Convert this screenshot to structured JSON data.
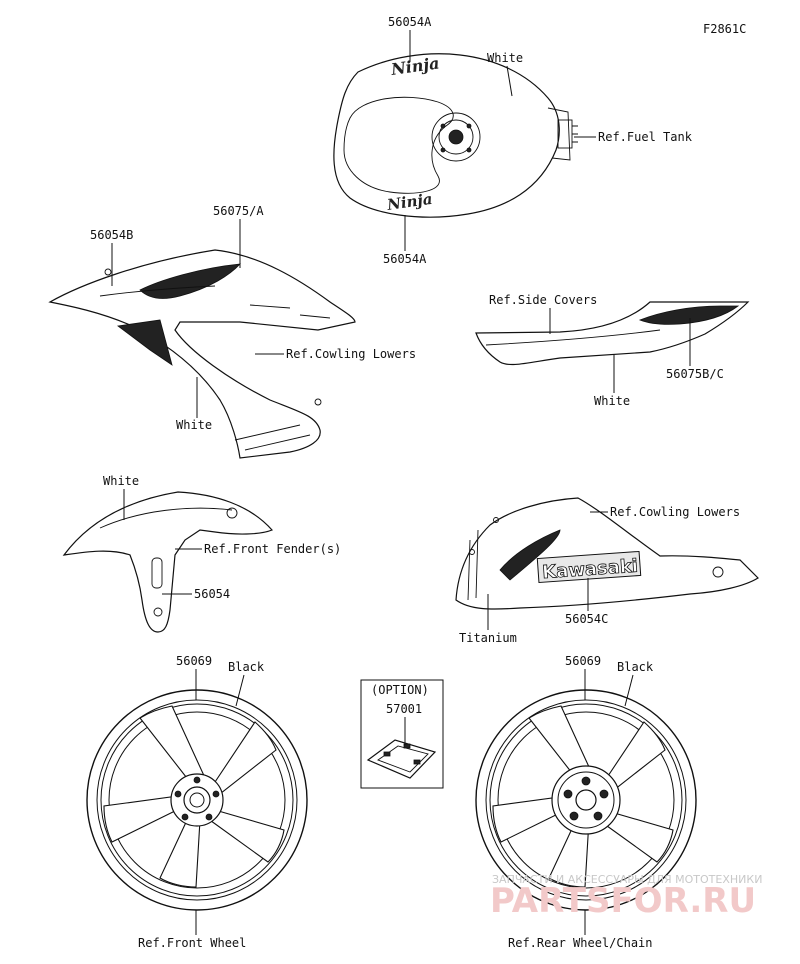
{
  "figure_code": "F2861C",
  "labels": {
    "tank_top": "56054A",
    "tank_bottom": "56054A",
    "tank_color": "White",
    "fuel_tank_ref": "Ref.Fuel Tank",
    "cowl_left_code_b": "56054B",
    "cowl_left_code_a": "56075/A",
    "cowl_left_ref": "Ref.Cowling Lowers",
    "cowl_left_color": "White",
    "side_cover_ref": "Ref.Side Covers",
    "side_cover_code": "56075B/C",
    "side_cover_color": "White",
    "fender_color": "White",
    "fender_ref": "Ref.Front Fender(s)",
    "fender_code": "56054",
    "cowl_right_ref": "Ref.Cowling Lowers",
    "cowl_right_code": "56054C",
    "cowl_right_color": "Titanium",
    "kawasaki_text": "Kawasaki",
    "ninja_text": "Ninja",
    "front_wheel_code": "56069",
    "front_wheel_color": "Black",
    "front_wheel_ref": "Ref.Front Wheel",
    "option_title": "(OPTION)",
    "option_code": "57001",
    "rear_wheel_code": "56069",
    "rear_wheel_color": "Black",
    "rear_wheel_ref": "Ref.Rear Wheel/Chain"
  },
  "watermark": {
    "line1": "ЗАПЧАСТИ И АКСЕССУАРЫ ДЛЯ МОТОТЕХНИКИ",
    "line2": "PARTSFOR.RU"
  }
}
